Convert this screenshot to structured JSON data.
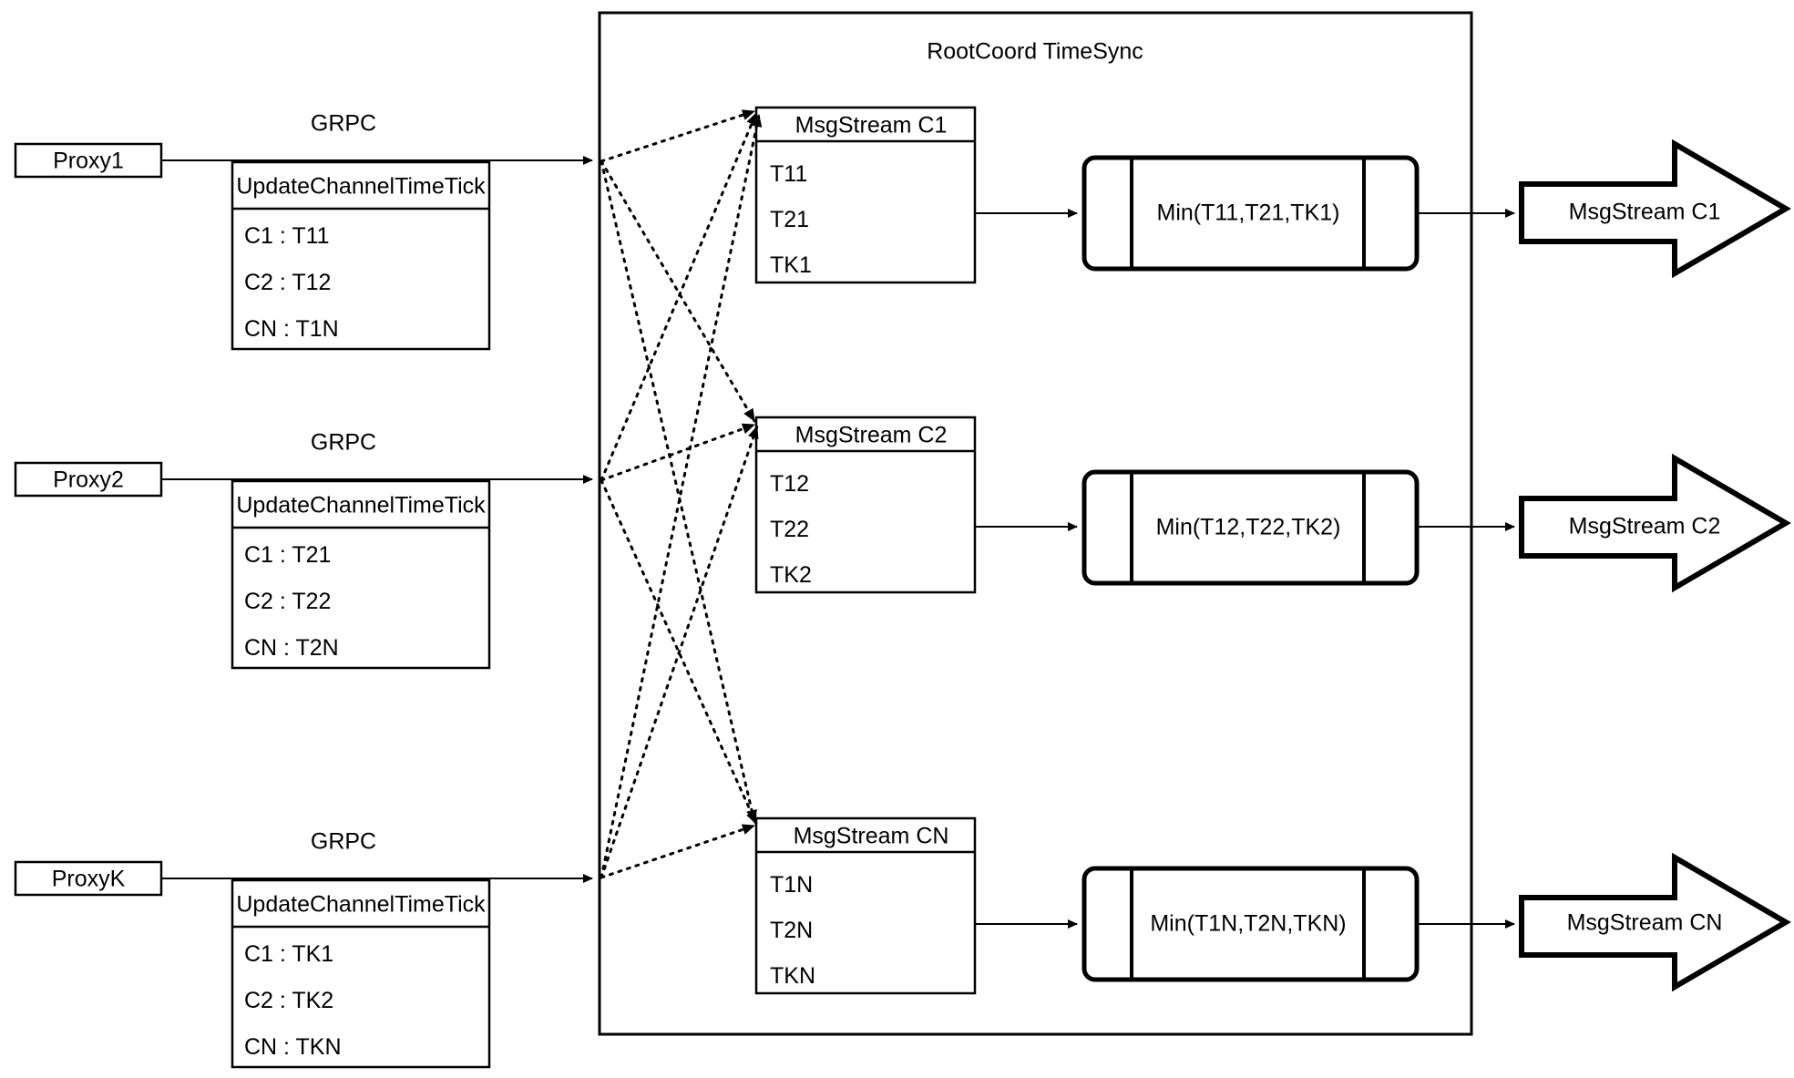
{
  "diagram": {
    "container_title": "RootCoord TimeSync",
    "colors": {
      "stroke": "#000000",
      "background": "#ffffff",
      "text": "#000000"
    },
    "proxy_rows": [
      {
        "proxy_label": "Proxy1",
        "link_label": "GRPC",
        "request_header": "UpdateChannelTimeTick",
        "request_rows": [
          "C1 :  T11",
          "C2 :  T12",
          "CN : T1N"
        ]
      },
      {
        "proxy_label": "Proxy2",
        "link_label": "GRPC",
        "request_header": "UpdateChannelTimeTick",
        "request_rows": [
          "C1 :  T21",
          "C2 :  T22",
          "CN : T2N"
        ]
      },
      {
        "proxy_label": "ProxyK",
        "link_label": "GRPC",
        "request_header": "UpdateChannelTimeTick",
        "request_rows": [
          "C1 :  TK1",
          "C2 :  TK2",
          "CN : TKN"
        ]
      }
    ],
    "channel_rows": [
      {
        "stream_header": "MsgStream C1",
        "stream_rows": [
          "T11",
          "T21",
          "TK1"
        ],
        "min_label": "Min(T11,T21,TK1)",
        "output_label": "MsgStream C1"
      },
      {
        "stream_header": "MsgStream C2",
        "stream_rows": [
          "T12",
          "T22",
          "TK2"
        ],
        "min_label": "Min(T12,T22,TK2)",
        "output_label": "MsgStream C2"
      },
      {
        "stream_header": "MsgStream CN",
        "stream_rows": [
          "T1N",
          "T2N",
          "TKN"
        ],
        "min_label": "Min(T1N,T2N,TKN)",
        "output_label": "MsgStream CN"
      }
    ]
  }
}
